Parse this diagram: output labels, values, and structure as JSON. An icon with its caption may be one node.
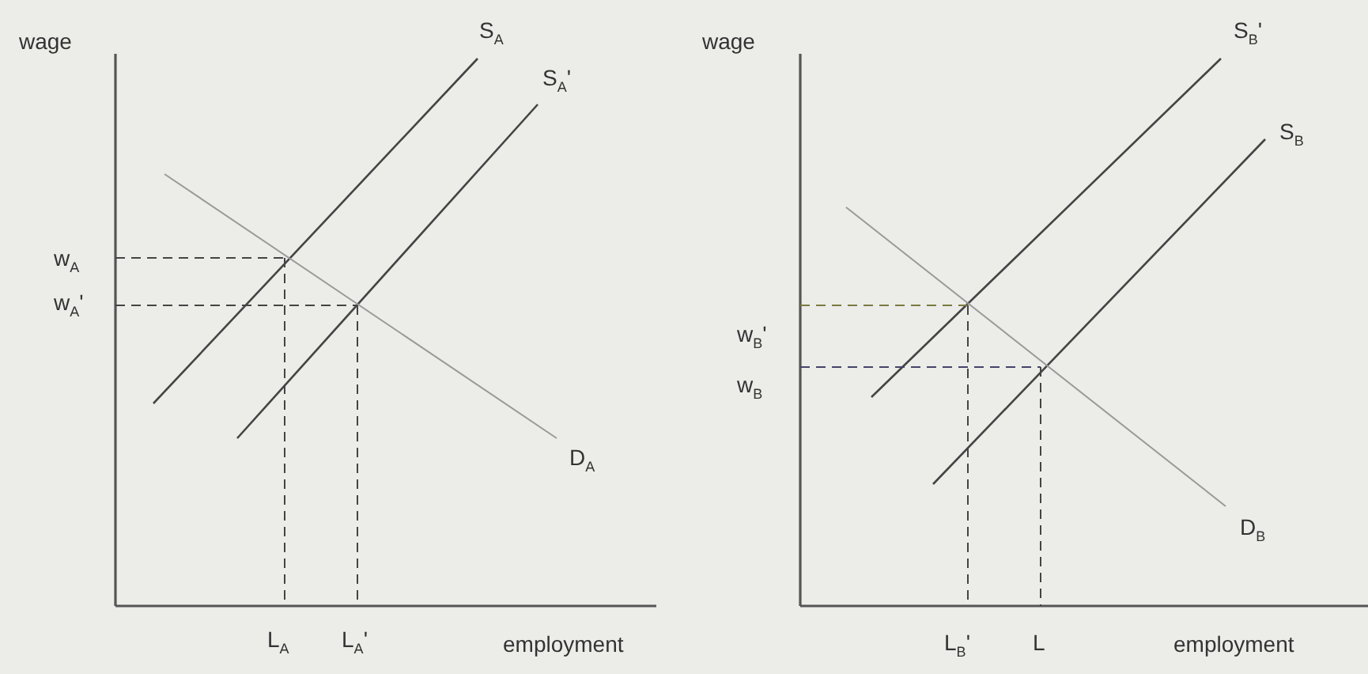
{
  "diagram": {
    "labels": [
      "wage",
      "S$_{A}$",
      "S$_{A}$'",
      "w$_{A}$",
      "w$_{A}$'",
      "D$_{A}$",
      "L$_{A}$",
      "L$_{A}$'",
      "employment",
      "wage",
      "S$_{B}$'",
      "S$_{B}$",
      "w$_{B}$'",
      "w$_{B}$",
      "D$_{B}$",
      "L$_{B}$'",
      "L",
      "employment"
    ]
  }
}
